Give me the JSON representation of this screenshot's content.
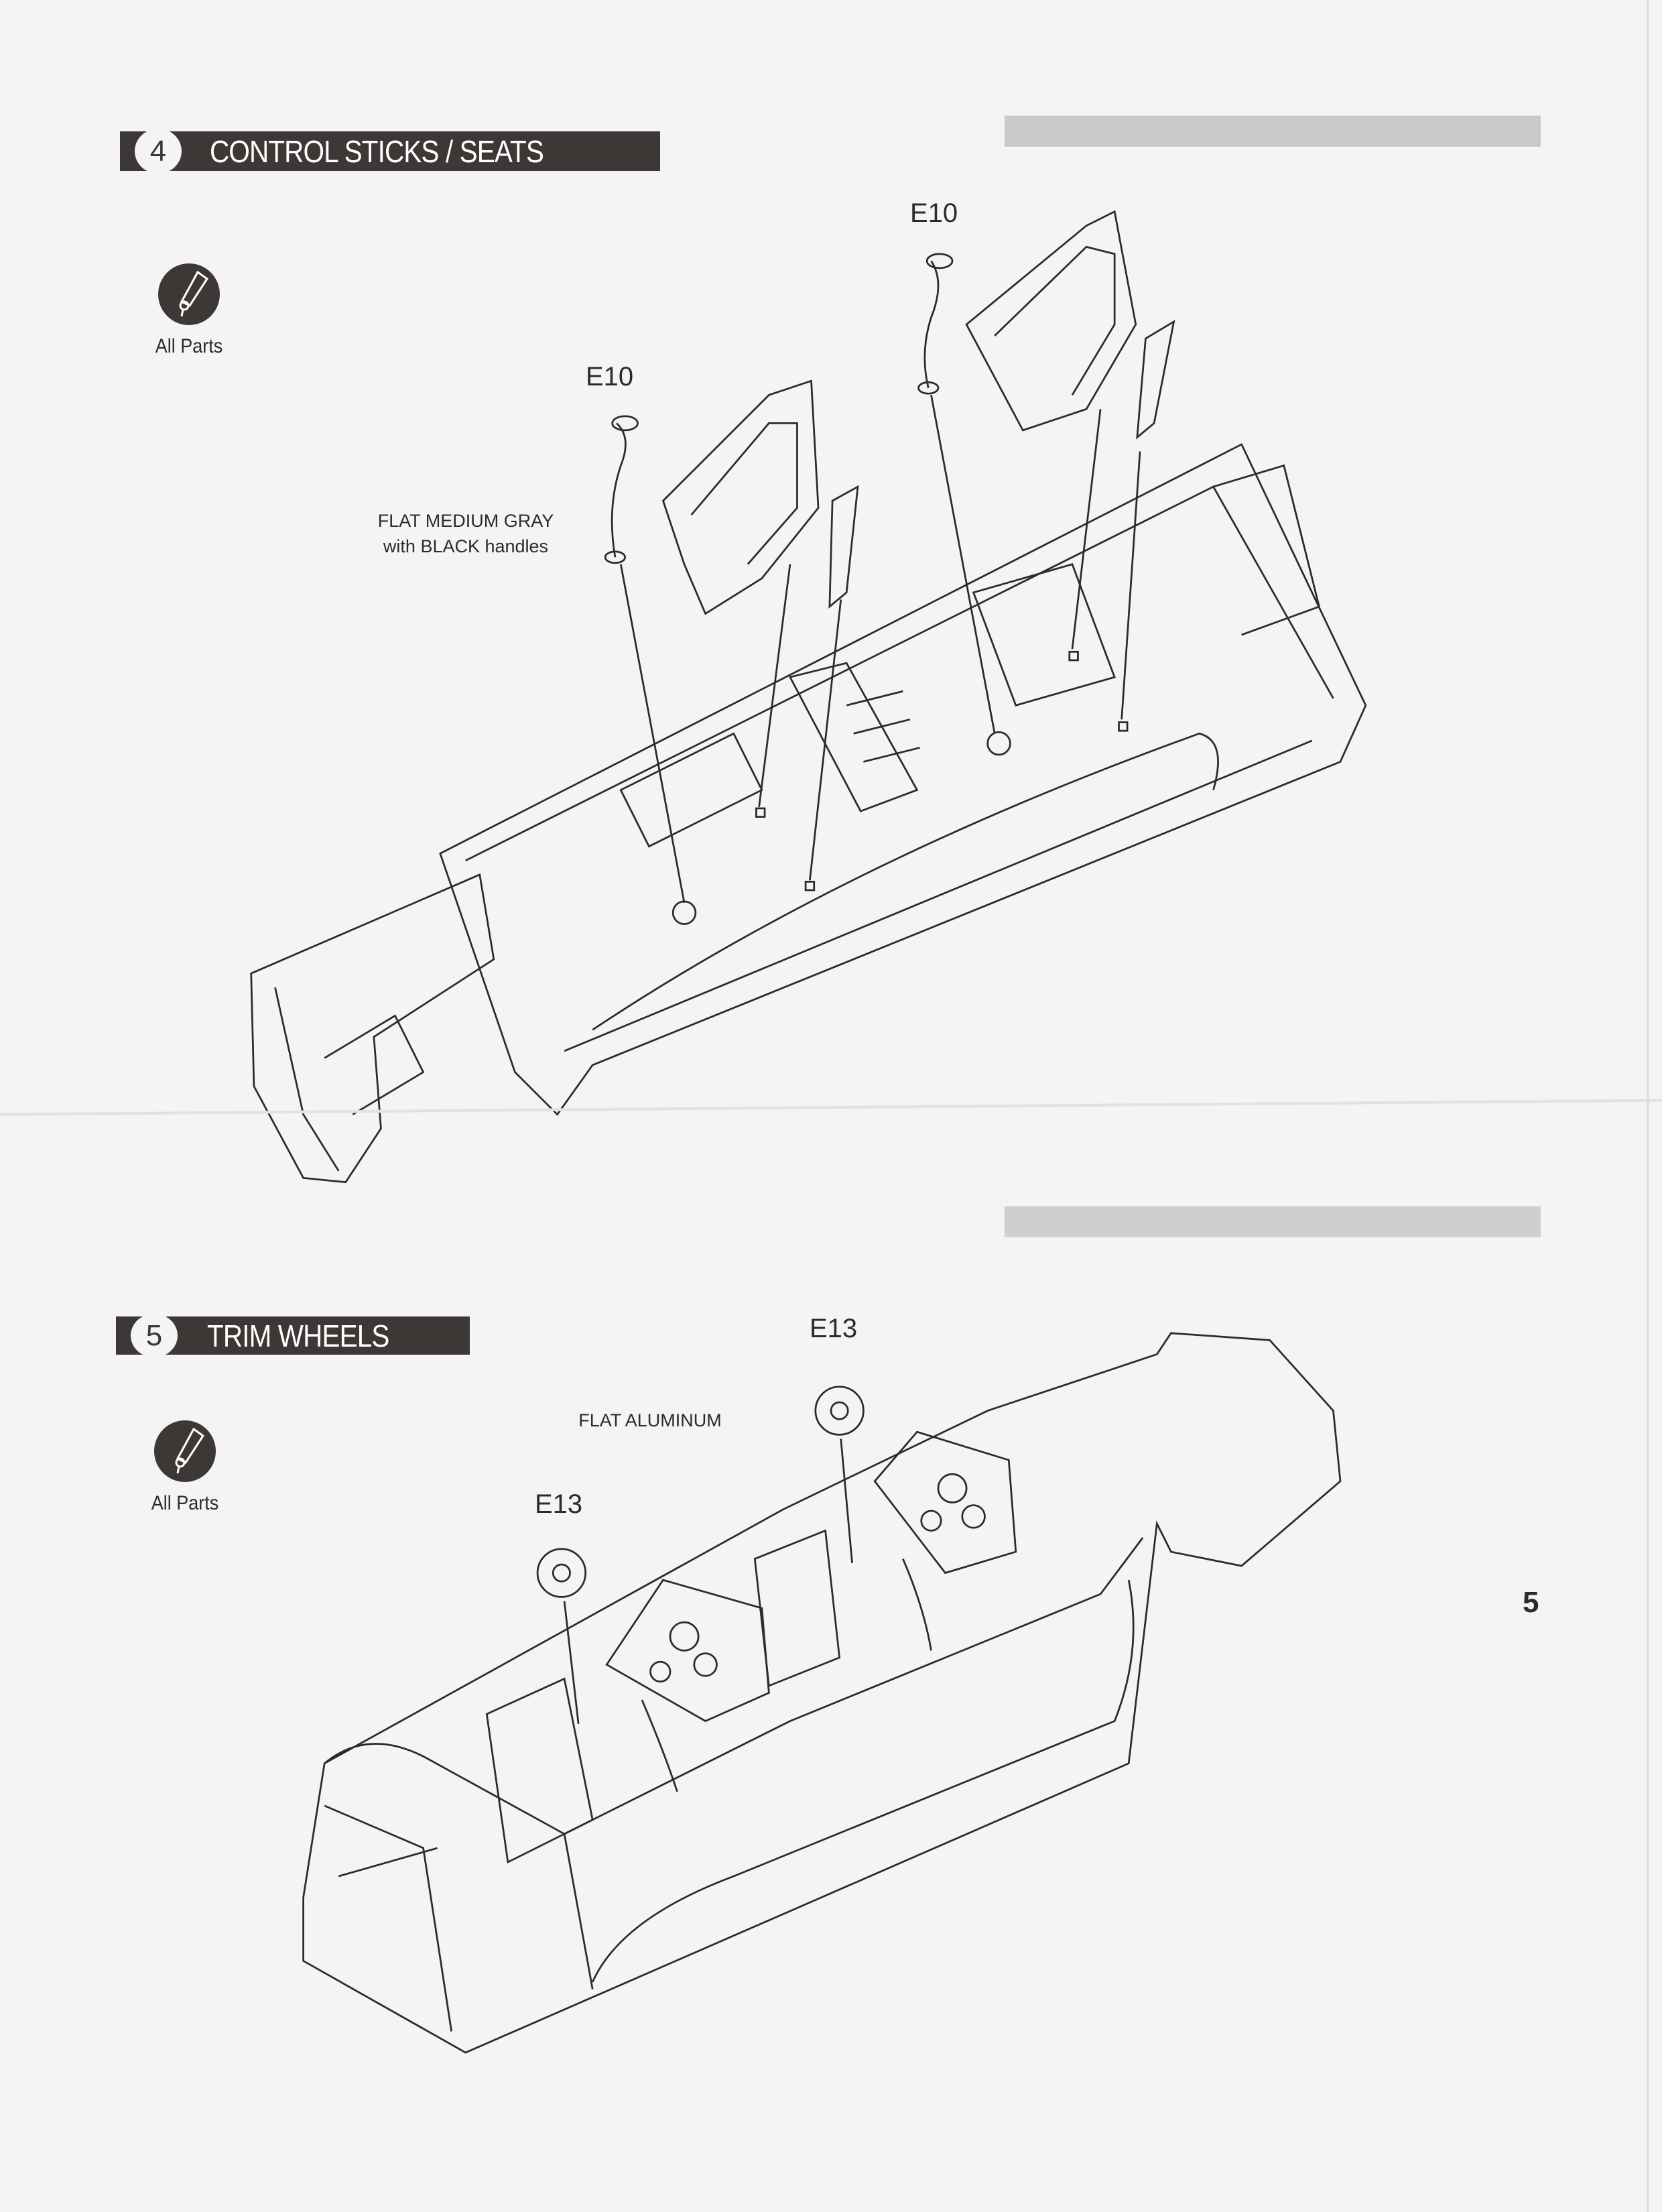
{
  "steps": [
    {
      "number": "4",
      "title": "CONTROL STICKS / SEATS",
      "glue_label": "All Parts",
      "part_labels": [
        "E10",
        "E10"
      ],
      "paint_note_line1": "FLAT MEDIUM GRAY",
      "paint_note_line2": "with BLACK handles"
    },
    {
      "number": "5",
      "title": "TRIM WHEELS",
      "glue_label": "All Parts",
      "part_labels": [
        "E13",
        "E13"
      ],
      "paint_note": "FLAT ALUMINUM"
    }
  ],
  "page_number": "5",
  "colors": {
    "header_bar": "#3d3735",
    "paper": "#f4f4f6",
    "line": "#2d2a2a"
  }
}
